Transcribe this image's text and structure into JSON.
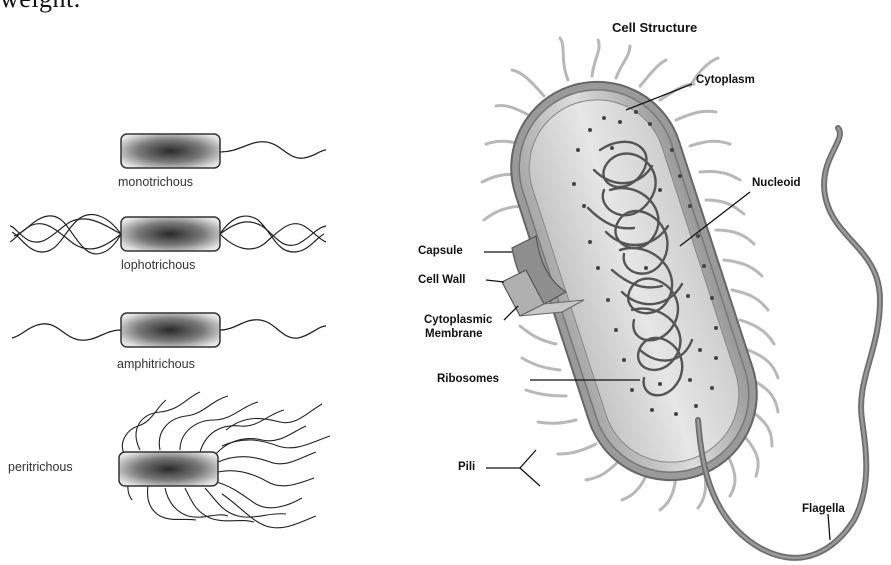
{
  "page": {
    "top_fragment": "weight."
  },
  "flagella_types": {
    "monotrichous": "monotrichous",
    "lophotrichous": "lophotrichous",
    "amphitrichous": "amphitrichous",
    "peritrichous": "peritrichous"
  },
  "cell_structure": {
    "title": "Cell Structure",
    "labels": {
      "cytoplasm": "Cytoplasm",
      "nucleoid": "Nucleoid",
      "capsule": "Capsule",
      "cell_wall": "Cell Wall",
      "cytoplasmic_membrane_line1": "Cytoplasmic",
      "cytoplasmic_membrane_line2": "Membrane",
      "ribosomes": "Ribosomes",
      "pili": "Pili",
      "flagella": "Flagella"
    }
  },
  "colors": {
    "outer_membrane": "#8a8a8a",
    "interior": "#d8d8d8",
    "dna": "#6a6a6a",
    "pili": "#bcbcbc",
    "flagella": "#7a7a7a"
  }
}
